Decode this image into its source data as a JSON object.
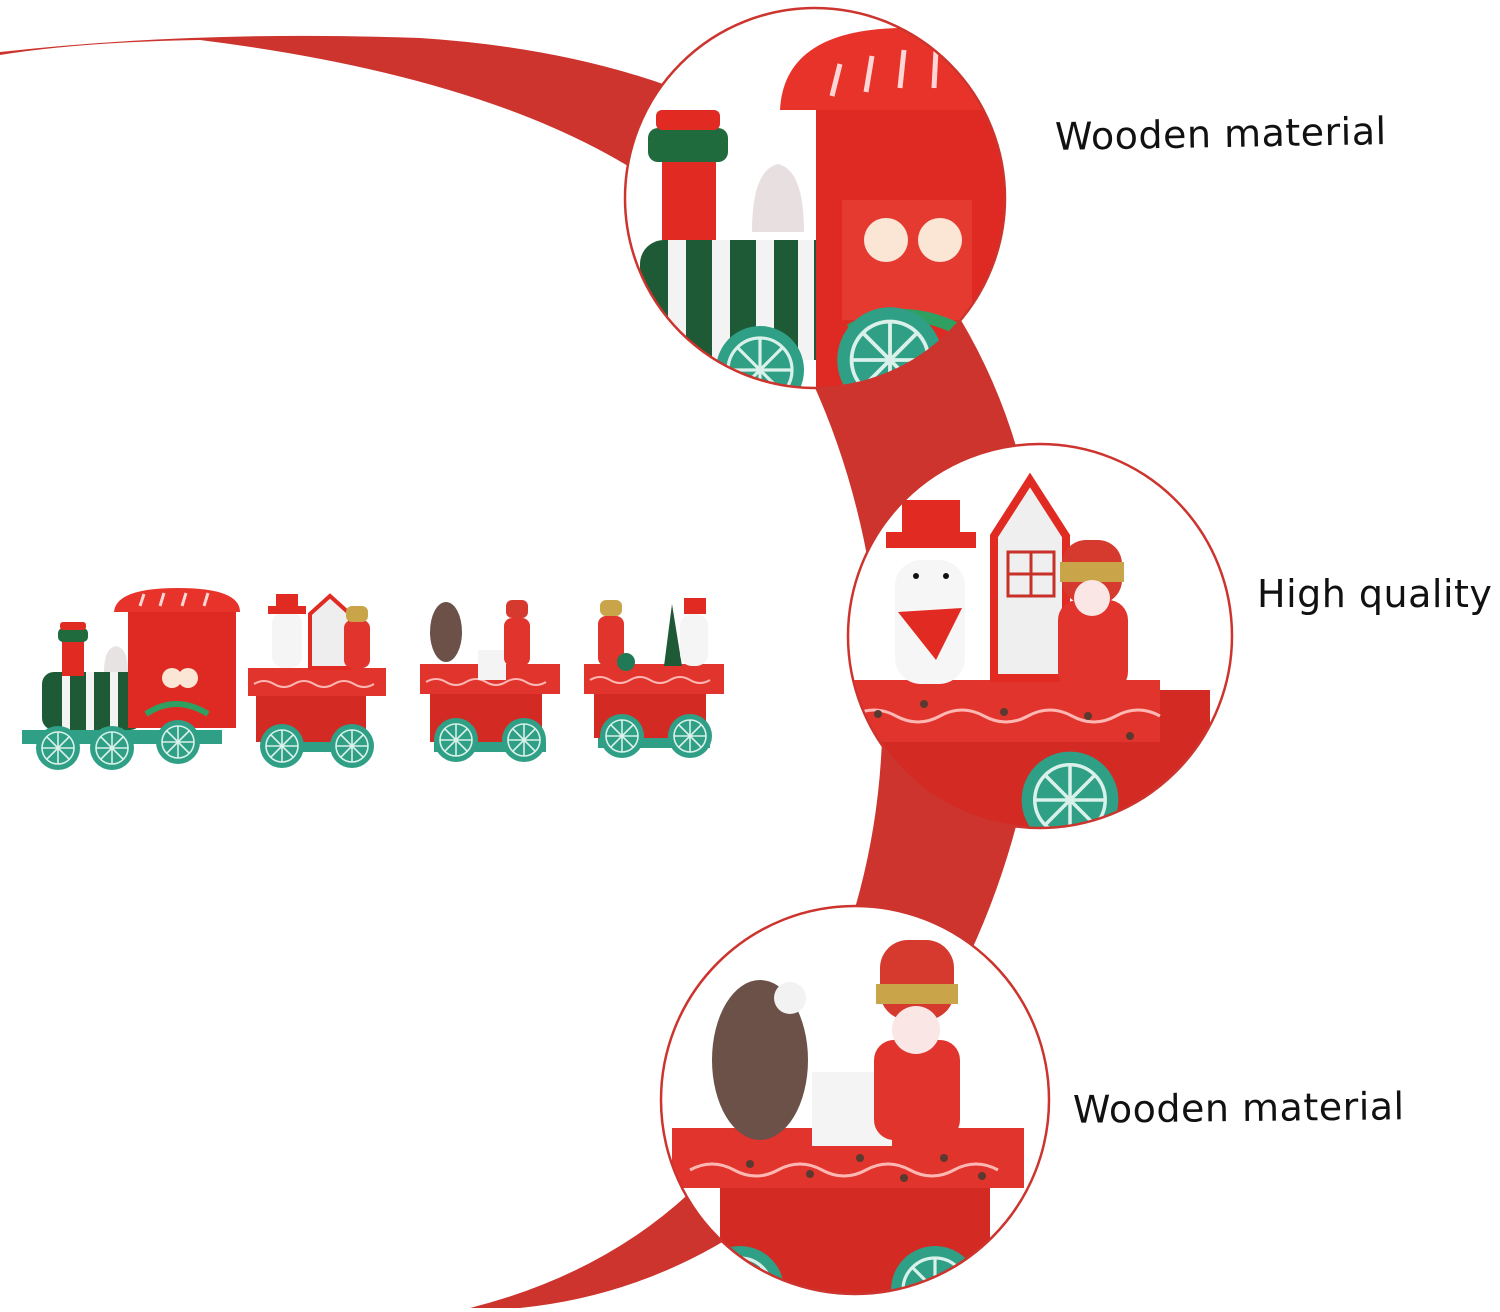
{
  "image": {
    "description": "Product feature image of a red wooden Christmas toy train with three zoomed detail callouts",
    "background_color": "#ffffff",
    "accent_color": "#cc342d",
    "wheel_color": "#2f9f86",
    "boiler_color": "#1f5a36"
  },
  "features": [
    {
      "label": "Wooden material",
      "detail": "Locomotive with striped boiler, chimney and Santa decal"
    },
    {
      "label": "High quality",
      "detail": "Car with snowman, house and elf figures"
    },
    {
      "label": "Wooden material",
      "detail": "Car with brown bear, gift box and elf figures"
    }
  ],
  "product": {
    "name": "Wooden Christmas train",
    "cars": [
      {
        "type": "locomotive"
      },
      {
        "type": "car",
        "figures": [
          "snowman",
          "house",
          "elf"
        ]
      },
      {
        "type": "car",
        "figures": [
          "bear",
          "gift",
          "elf"
        ]
      },
      {
        "type": "car",
        "figures": [
          "elf",
          "ball",
          "tree",
          "snowman"
        ]
      }
    ]
  }
}
